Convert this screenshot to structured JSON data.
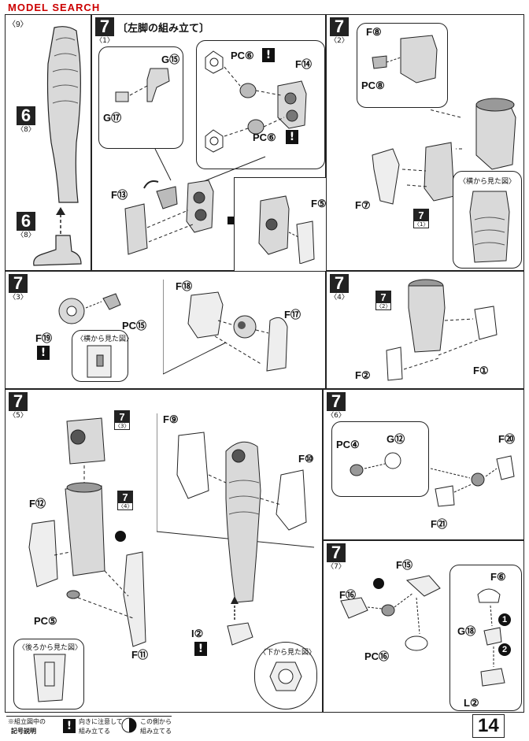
{
  "watermark": "MODEL SEARCH",
  "page_number": "14",
  "section_title": "〔左脚の組み立て〕",
  "panels": {
    "p9": {
      "sub": "〈9〉",
      "step_a": "6",
      "step_a_sub": "〈8〉",
      "step_b": "6",
      "step_b_sub": "〈8〉"
    },
    "p1": {
      "step": "7",
      "sub": "〈1〉",
      "labels": [
        "G⑮",
        "G⑰",
        "PC⑥",
        "F⑭",
        "PC⑥",
        "F⑬",
        "F⑤"
      ]
    },
    "p2": {
      "step": "7",
      "sub": "〈2〉",
      "labels": [
        "F⑧",
        "PC⑧",
        "F⑦"
      ],
      "ref_step": "7",
      "ref_sub": "〈1〉",
      "inset_title": "〈横から見た図〉"
    },
    "p3": {
      "step": "7",
      "sub": "〈3〉",
      "labels": [
        "PC⑮",
        "F⑲",
        "F⑱",
        "F⑰"
      ],
      "inset_title": "〈横から見た図〉"
    },
    "p4": {
      "step": "7",
      "sub": "〈4〉",
      "labels": [
        "F①",
        "F②"
      ],
      "ref_step": "7",
      "ref_sub": "〈2〉"
    },
    "p5": {
      "step": "7",
      "sub": "〈5〉",
      "labels": [
        "F⑫",
        "PC⑤",
        "F⑪",
        "F⑨",
        "F⑩",
        "I②"
      ],
      "ref_a": "7",
      "ref_a_sub": "〈3〉",
      "ref_b": "7",
      "ref_b_sub": "〈4〉",
      "inset_back": "〈後ろから見た図〉",
      "inset_bottom": "〈下から見た図〉"
    },
    "p6": {
      "step": "7",
      "sub": "〈6〉",
      "labels": [
        "PC④",
        "G⑫",
        "F⑳",
        "F㉑"
      ]
    },
    "p7": {
      "step": "7",
      "sub": "〈7〉",
      "labels": [
        "F⑮",
        "F⑯",
        "PC⑯",
        "F⑥",
        "G⑱",
        "L②"
      ],
      "arrow_1": "1",
      "arrow_2": "2"
    }
  },
  "footer": {
    "legend_title_1": "※組立図中の",
    "legend_title_2": "記号説明",
    "warn_symbol": "!",
    "warn_text_1": "向きに注意して",
    "warn_text_2": "組み立てる",
    "side_text_1": "この側から",
    "side_text_2": "組み立てる"
  },
  "colors": {
    "ink": "#111111",
    "part_fill": "#d9d9d9",
    "part_dark": "#8a8a8a"
  }
}
